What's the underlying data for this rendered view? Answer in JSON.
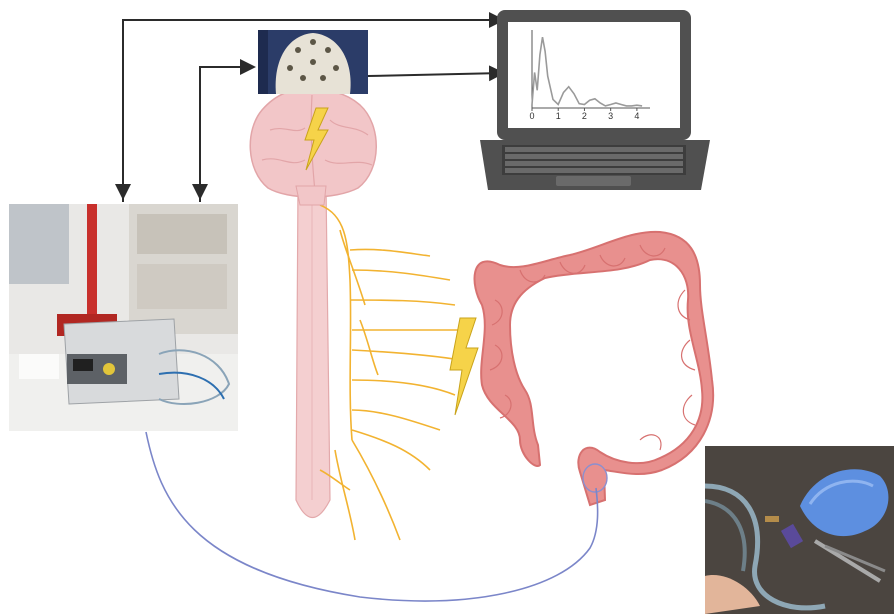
{
  "diagram": {
    "colors": {
      "arrow": "#2b2b2b",
      "nerve": "#f2b331",
      "brain": "#f2c6c8",
      "spinal_cord": "#f4cfd0",
      "colon": "#e8908e",
      "colon_dark": "#d77170",
      "lightning": "#f6d349",
      "probe_wire": "#7b86c9",
      "laptop": "#505050",
      "signal": "#9a9a9a"
    },
    "icons": [
      "laptop-icon",
      "brain-icon",
      "lightning-icon",
      "colon-icon",
      "spinal-cord-icon"
    ]
  },
  "laptop_plot": {
    "x_ticks": [
      "0",
      "1",
      "2",
      "3",
      "4"
    ]
  },
  "chart_data": {
    "type": "line",
    "x": [
      0,
      0.1,
      0.2,
      0.3,
      0.4,
      0.5,
      0.6,
      0.8,
      1.0,
      1.2,
      1.4,
      1.6,
      1.8,
      2.0,
      2.2,
      2.4,
      2.6,
      2.8,
      3.0,
      3.2,
      3.4,
      3.6,
      3.8,
      4.0,
      4.2
    ],
    "y": [
      0.05,
      0.5,
      0.25,
      0.75,
      1.0,
      0.8,
      0.45,
      0.12,
      0.05,
      0.22,
      0.3,
      0.2,
      0.06,
      0.05,
      0.11,
      0.13,
      0.07,
      0.03,
      0.05,
      0.07,
      0.05,
      0.03,
      0.03,
      0.04,
      0.03
    ],
    "xlim": [
      0,
      4.5
    ],
    "ylim": [
      0,
      1.1
    ],
    "x_tick_labels": [
      "0",
      "1",
      "2",
      "3",
      "4"
    ]
  }
}
